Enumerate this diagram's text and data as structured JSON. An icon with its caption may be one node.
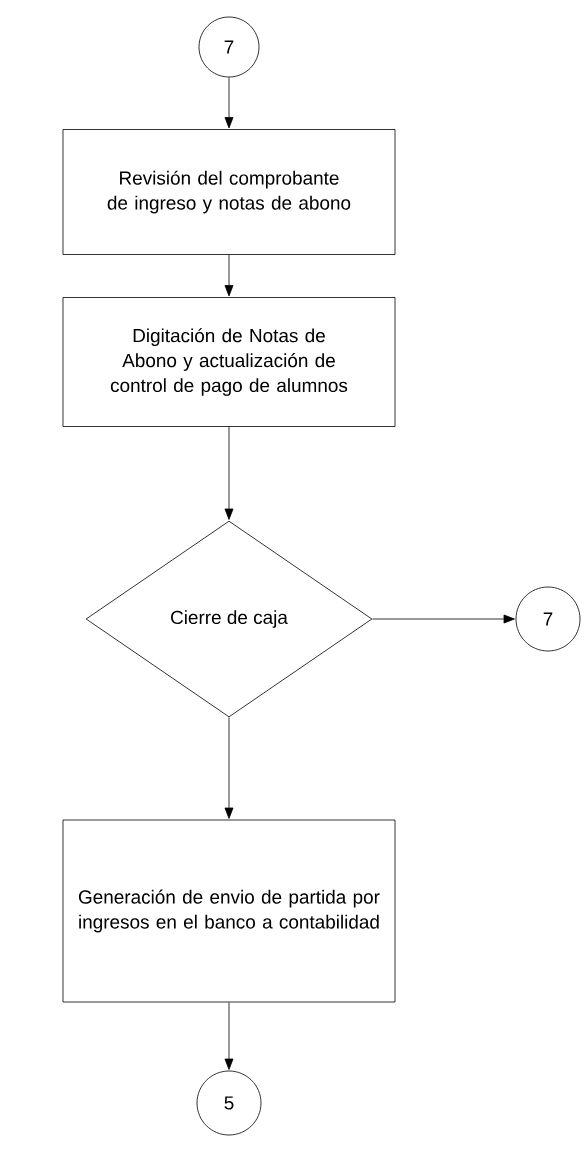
{
  "diagram": {
    "nodes": [
      {
        "text": [
          "7"
        ]
      },
      {
        "text": [
          "Revisión del comprobante de ingreso y notas de abono"
        ]
      },
      {
        "text": [
          "Digitación de Notas de Abono y actualización de control de pago de alumnos"
        ]
      },
      {
        "text": [
          "Cierre de caja"
        ]
      },
      {
        "text": [
          "7"
        ]
      },
      {
        "text": [
          "Generación de envio de partida por ingresos en el banco a contabilidad"
        ]
      },
      {
        "text": [
          "5"
        ]
      }
    ],
    "edges": [
      {
        "from": 0,
        "to": 1,
        "arrow": "to"
      },
      {
        "from": 1,
        "to": 2,
        "arrow": "to"
      },
      {
        "from": 2,
        "to": 3,
        "arrow": "to"
      },
      {
        "from": 3,
        "to": 4,
        "arrow": "to"
      },
      {
        "from": 3,
        "to": 5,
        "arrow": "to"
      },
      {
        "from": 5,
        "to": 6,
        "arrow": "to"
      }
    ]
  }
}
